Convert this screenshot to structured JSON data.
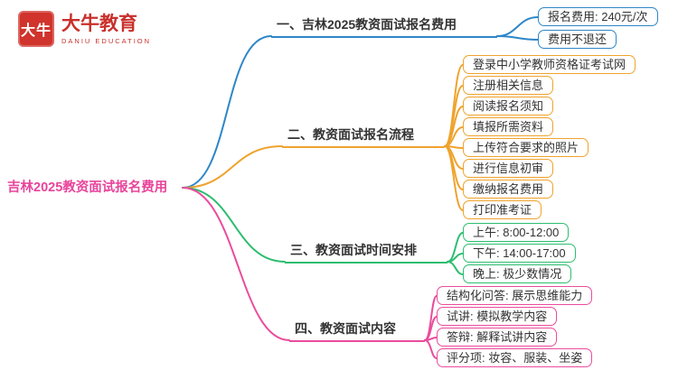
{
  "logo": {
    "seal": "大牛",
    "brand": "大牛教育",
    "subtitle": "DANIU EDUCATION",
    "brand_color": "#c9302c"
  },
  "root": {
    "label": "吉林2025教资面试报名费用",
    "color": "#e8449b"
  },
  "branches": [
    {
      "label": "一、吉林2025教资面试报名费用",
      "color": "#2e86c8",
      "children": [
        "报名费用: 240元/次",
        "费用不退还"
      ]
    },
    {
      "label": "二、教资面试报名流程",
      "color": "#efa32f",
      "children": [
        "登录中小学教师资格证考试网",
        "注册相关信息",
        "阅读报名须知",
        "填报所需资料",
        "上传符合要求的照片",
        "进行信息初审",
        "缴纳报名费用",
        "打印准考证"
      ]
    },
    {
      "label": "三、教资面试时间安排",
      "color": "#2dbd70",
      "children": [
        "上午: 8:00-12:00",
        "下午: 14:00-17:00",
        "晚上: 极少数情况"
      ]
    },
    {
      "label": "四、教资面试内容",
      "color": "#ea4c9c",
      "children": [
        "结构化问答: 展示思维能力",
        "试讲: 模拟教学内容",
        "答辩: 解释试讲内容",
        "评分项: 妆容、服装、坐姿"
      ]
    }
  ]
}
